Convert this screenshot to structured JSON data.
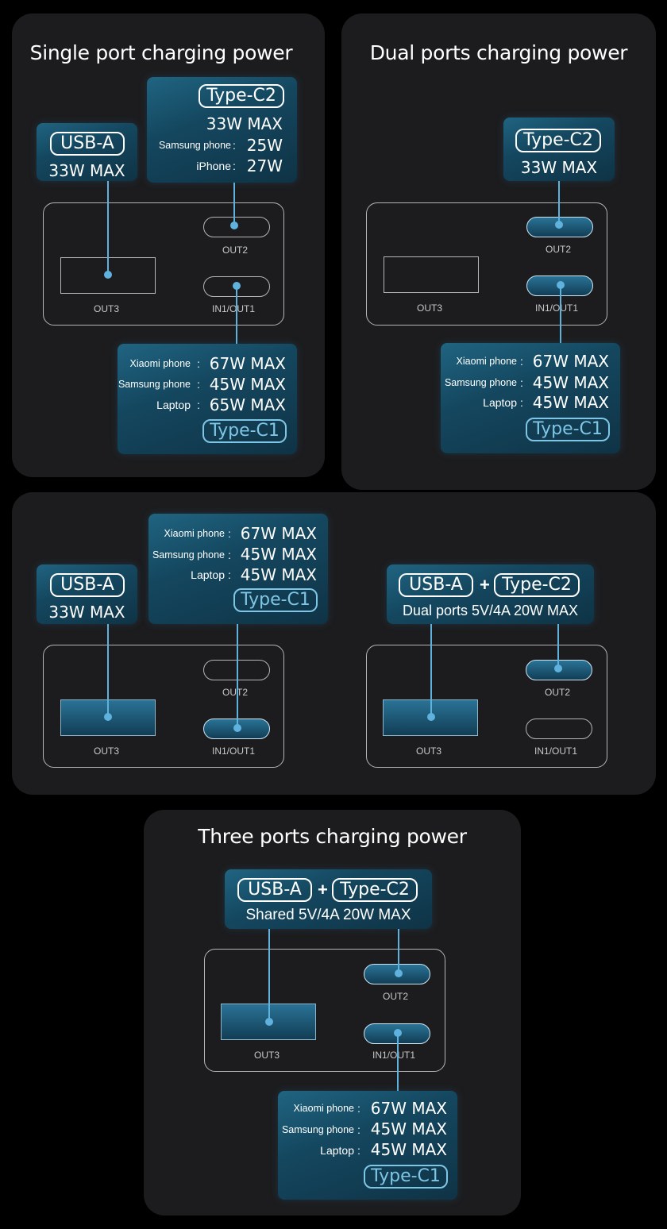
{
  "titles": {
    "single": "Single port charging power",
    "dual": "Dual ports charging power",
    "three": "Three ports charging power"
  },
  "ports": {
    "usba": "USB-A",
    "typec1": "Type-C1",
    "typec2": "Type-C2",
    "plus": "+"
  },
  "port_labels": {
    "out1": "IN1/OUT1",
    "out2": "OUT2",
    "out3": "OUT3"
  },
  "single": {
    "usba": {
      "max": "33W MAX"
    },
    "c2": {
      "max": "33W MAX",
      "samsung_label": "Samsung phone",
      "samsung_value": "25W",
      "iphone_label": "iPhone",
      "iphone_value": "27W"
    },
    "c1": {
      "rows": [
        {
          "label": "Xiaomi phone",
          "value": "67W MAX"
        },
        {
          "label": "Samsung phone",
          "value": "45W MAX"
        },
        {
          "label": "Laptop",
          "value": "65W MAX"
        }
      ]
    }
  },
  "dual_c1c2": {
    "c2": {
      "max": "33W MAX"
    },
    "c1": {
      "rows": [
        {
          "label": "Xiaomi phone",
          "value": "67W MAX"
        },
        {
          "label": "Samsung phone",
          "value": "45W MAX"
        },
        {
          "label": "Laptop",
          "value": "45W MAX"
        }
      ]
    }
  },
  "dual_ac1": {
    "usba": {
      "max": "33W MAX"
    },
    "c1": {
      "rows": [
        {
          "label": "Xiaomi phone",
          "value": "67W MAX"
        },
        {
          "label": "Samsung phone",
          "value": "45W MAX"
        },
        {
          "label": "Laptop",
          "value": "45W MAX"
        }
      ]
    }
  },
  "dual_ac2": {
    "shared": "Dual ports 5V/4A 20W MAX"
  },
  "three": {
    "shared": "Shared 5V/4A 20W MAX",
    "c1": {
      "rows": [
        {
          "label": "Xiaomi phone",
          "value": "67W MAX"
        },
        {
          "label": "Samsung phone",
          "value": "45W MAX"
        },
        {
          "label": "Laptop",
          "value": "45W MAX"
        }
      ]
    }
  },
  "colors": {
    "accent": "#5fb2dd",
    "box": "#1a5470",
    "panel": "#1c1c1e",
    "c1_text": "#7fc6e6"
  }
}
